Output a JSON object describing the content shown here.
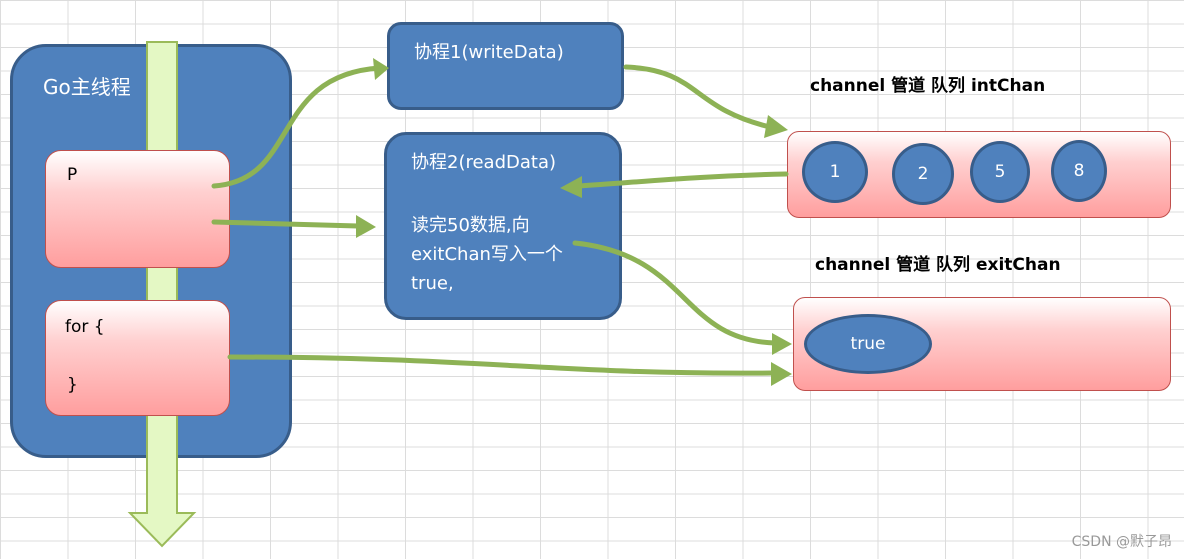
{
  "main_thread": {
    "title": "Go主线程",
    "p_label": "P",
    "for_open": "for {",
    "for_close": "}"
  },
  "coroutine1": {
    "title": "协程1(writeData)"
  },
  "coroutine2": {
    "title": "协程2(readData)",
    "desc_line1": "读完50数据,向",
    "desc_line2": "exitChan写入一个",
    "desc_line3": "true,"
  },
  "int_chan": {
    "title": "channel 管道 队列 intChan",
    "items": [
      "1",
      "2",
      "5",
      "8"
    ]
  },
  "exit_chan": {
    "title": "channel 管道 队列 exitChan",
    "items": [
      "true"
    ]
  },
  "watermark": "CSDN @默子昂",
  "colors": {
    "box_blue": "#4f81bd",
    "box_border": "#385d8a",
    "arrow_green": "#8db255",
    "timeline_fill": "#e4f8c4",
    "pink_border": "#c0504d"
  }
}
